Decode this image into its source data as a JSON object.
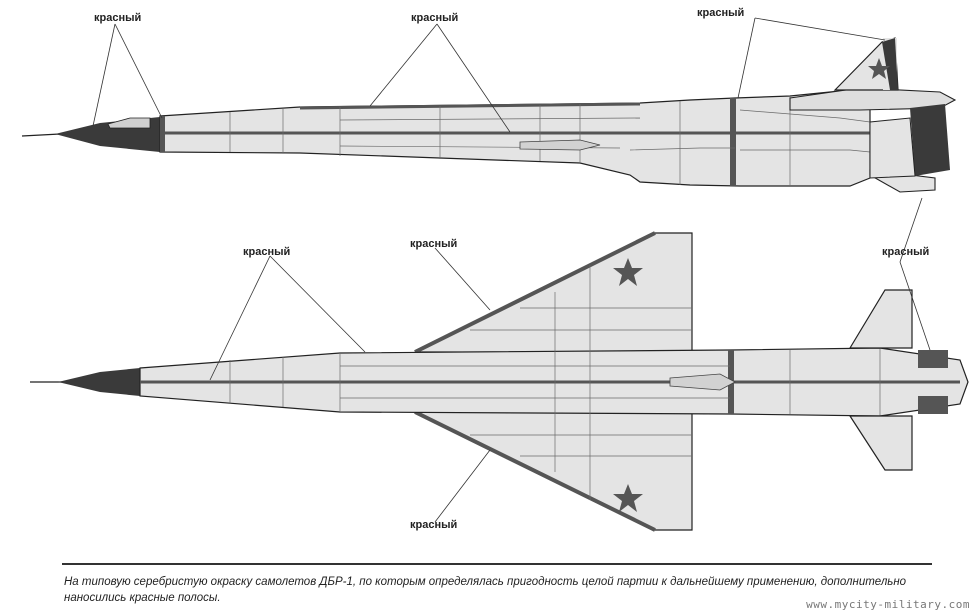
{
  "labels": {
    "side_nose": "красный",
    "side_fuselage": "красный",
    "side_tail": "красный",
    "plan_nose": "красный",
    "plan_wing_top": "красный",
    "plan_tail": "красный",
    "plan_wing_bottom": "красный"
  },
  "caption": {
    "line1": "На типовую серебристую окраску самолетов ДБР-1, по которым определялась пригодность целой партии к дальнейшему применению, дополнительно",
    "line2": "наносились красные полосы."
  },
  "watermark": "www.mycity-military.com",
  "colors": {
    "metal": "#e4e4e4",
    "panel_line": "#6a6a6a",
    "red_band": "#555555",
    "outline": "#222222"
  }
}
